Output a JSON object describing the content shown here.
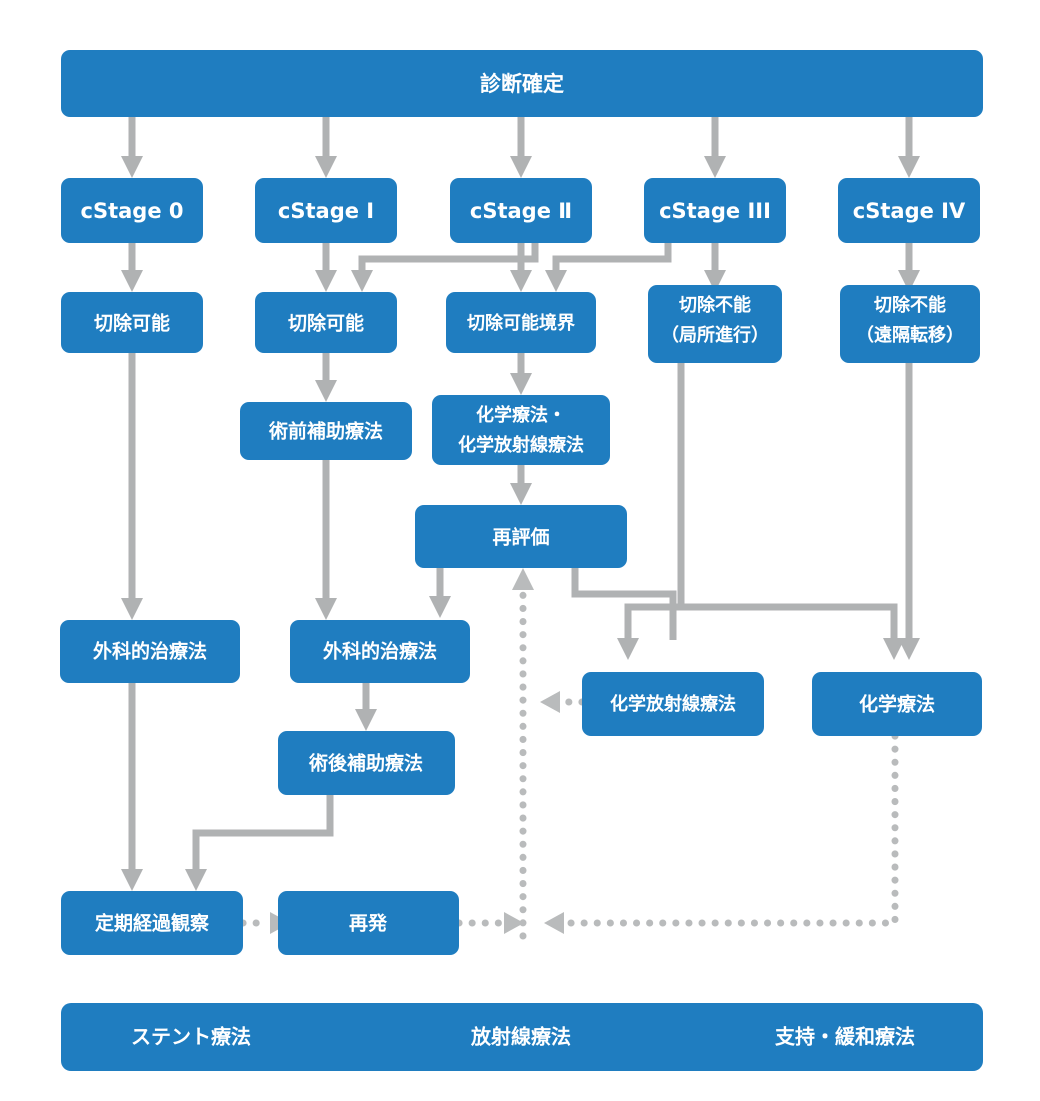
{
  "diagram": {
    "title_node": "診断確定",
    "accent_color": "#1f7dc0",
    "connector_color": "#b0b2b3",
    "dotted_connector_color": "#b9bbbc",
    "text_color": "#ffffff",
    "background": "#ffffff"
  },
  "nodes": {
    "diagnosis": "診断確定",
    "stage0": "cStage 0",
    "stage1": "cStage Ⅰ",
    "stage2": "cStage Ⅱ",
    "stage3": "cStage III",
    "stage4": "cStage IV",
    "resectable_a": "切除可能",
    "resectable_b": "切除可能",
    "borderline": "切除可能境界",
    "unresectable_local_1": "切除不能",
    "unresectable_local_2": "（局所進行）",
    "unresectable_meta_1": "切除不能",
    "unresectable_meta_2": "（遠隔転移）",
    "neoadjuvant": "術前補助療法",
    "chemo_crt_1": "化学療法・",
    "chemo_crt_2": "化学放射線療法",
    "reassessment": "再評価",
    "surgery_a": "外科的治療法",
    "surgery_b": "外科的治療法",
    "adjuvant": "術後補助療法",
    "chemoradiation": "化学放射線療法",
    "chemotherapy": "化学療法",
    "followup": "定期経過観察",
    "recurrence": "再発"
  },
  "bottom_bar": {
    "stent": "ステント療法",
    "radiation": "放射線療法",
    "palliative": "支持・緩和療法"
  }
}
